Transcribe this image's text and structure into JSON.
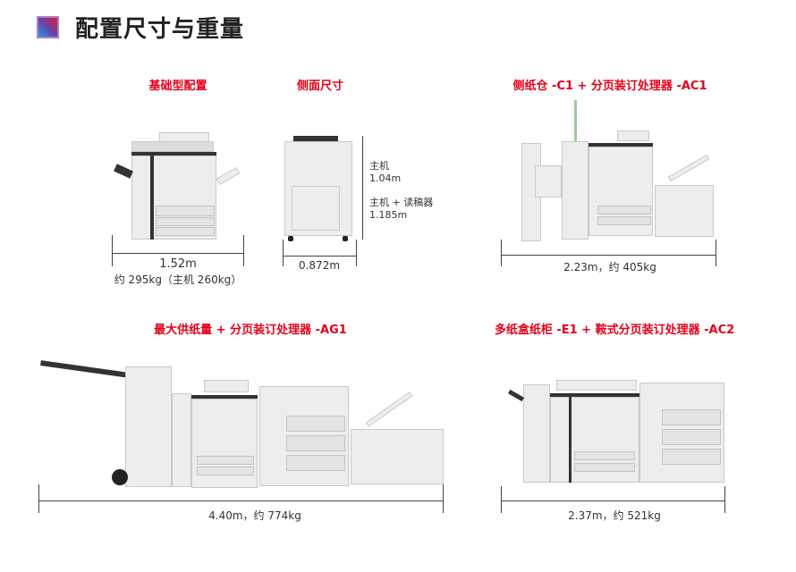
{
  "header": {
    "title": "配置尺寸与重量",
    "icon": "gradient-square-icon"
  },
  "configs": [
    {
      "caption": "基础型配置",
      "width": "1.52m",
      "weight": "约 295kg（主机 260kg）"
    },
    {
      "caption": "侧面尺寸",
      "depth": "0.872m",
      "h1_label": "主机",
      "h1": "1.04m",
      "h2_label": "主机 + 读稿器",
      "h2": "1.185m"
    },
    {
      "caption": "侧纸仓 -C1 + 分页装订处理器 -AC1",
      "dims": "2.23m，约 405kg"
    },
    {
      "caption": "最大供纸量 + 分页装订处理器 -AG1",
      "dims": "4.40m，约 774kg"
    },
    {
      "caption": "多纸盒纸柜 -E1 + 鞍式分页装订处理器 -AC2",
      "dims": "2.37m，约 521kg"
    }
  ],
  "colors": {
    "caption": "#e3001b"
  }
}
